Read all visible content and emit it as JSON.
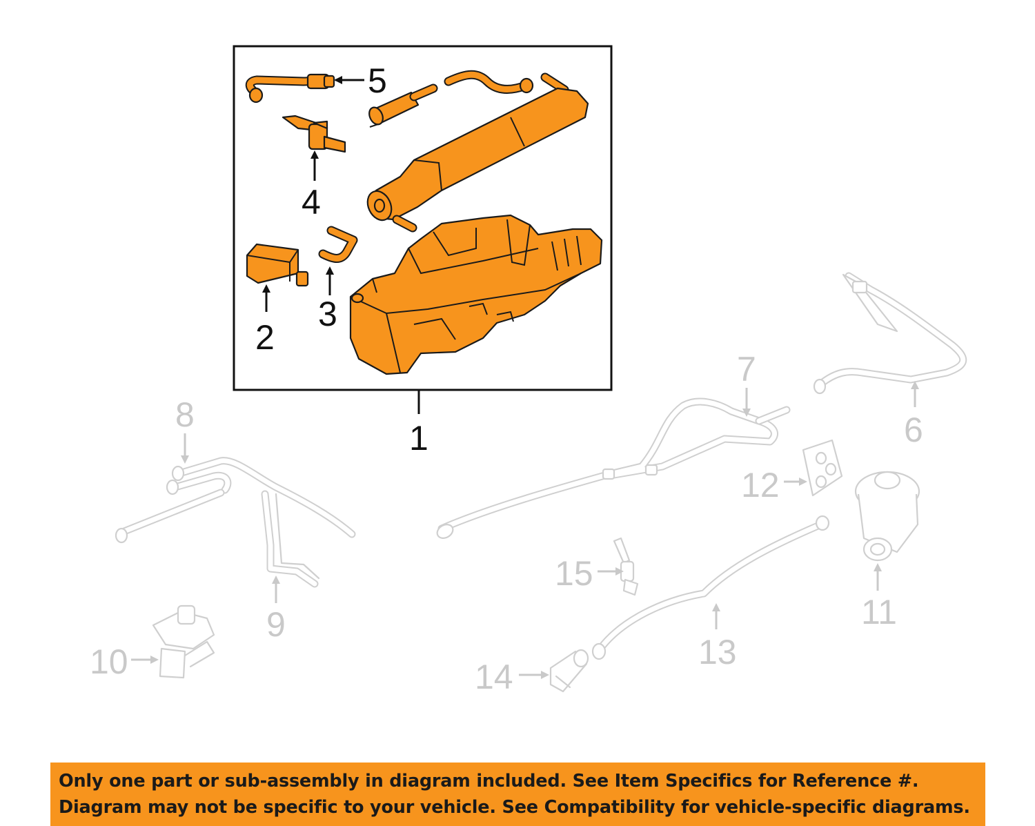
{
  "callouts": {
    "c1": "1",
    "c2": "2",
    "c3": "3",
    "c4": "4",
    "c5": "5",
    "c6": "6",
    "c7": "7",
    "c8": "8",
    "c9": "9",
    "c10": "10",
    "c11": "11",
    "c12": "12",
    "c13": "13",
    "c14": "14",
    "c15": "15"
  },
  "colors": {
    "highlight": "#f7941d",
    "ghost": "#cfcfcf",
    "banner": "#f7941d"
  },
  "banner": {
    "line1": "Only one part or sub-assembly in diagram included. See Item Specifics for Reference #.",
    "line2": "Diagram may not be specific to your vehicle. See Compatibility for vehicle-specific diagrams."
  }
}
